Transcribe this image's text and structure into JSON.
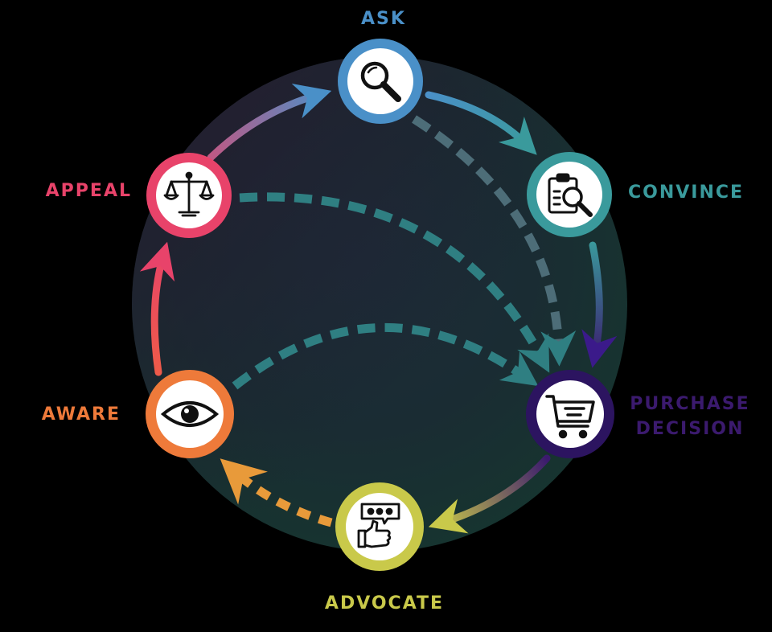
{
  "diagram": {
    "stages": [
      {
        "key": "ask",
        "label": "ASK",
        "color": "#4a90c8",
        "icon": "magnifier-icon"
      },
      {
        "key": "convince",
        "label": "CONVINCE",
        "color": "#3a9a9c",
        "icon": "clipboard-search-icon"
      },
      {
        "key": "purchase",
        "label_line1": "PURCHASE",
        "label_line2": "DECISION",
        "color": "#3b1a6e",
        "icon": "shopping-cart-icon"
      },
      {
        "key": "advocate",
        "label": "ADVOCATE",
        "color": "#c9c94a",
        "icon": "thumbs-up-review-icon"
      },
      {
        "key": "aware",
        "label": "AWARE",
        "color": "#ee7a3a",
        "icon": "eye-icon"
      },
      {
        "key": "appeal",
        "label": "APPEAL",
        "color": "#e8436a",
        "icon": "balance-scale-icon"
      }
    ],
    "dashed_arrow_color": "#2f7f82",
    "advocate_dash_color": "#e89a3a"
  }
}
